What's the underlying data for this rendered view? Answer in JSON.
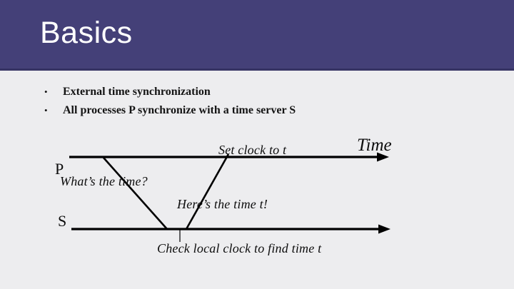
{
  "slide": {
    "title": "Basics",
    "bullet_char": "•",
    "bullets": [
      "External time synchronization",
      "All processes P synchronize with a time server S"
    ]
  },
  "diagram": {
    "time_axis_label": "Time",
    "process_p": "P",
    "process_s": "S",
    "msg_request": "What’s the time?",
    "msg_reply": "Here’s the time t!",
    "note_set_clock": "Set clock to t",
    "note_check_clock": "Check local clock to find time t"
  },
  "colors": {
    "header_bg": "#444078",
    "header_border": "#363363",
    "slide_bg": "#EDEDEF",
    "title_text": "#FFFFFF",
    "body_text": "#141414",
    "diagram_line": "#000000"
  }
}
